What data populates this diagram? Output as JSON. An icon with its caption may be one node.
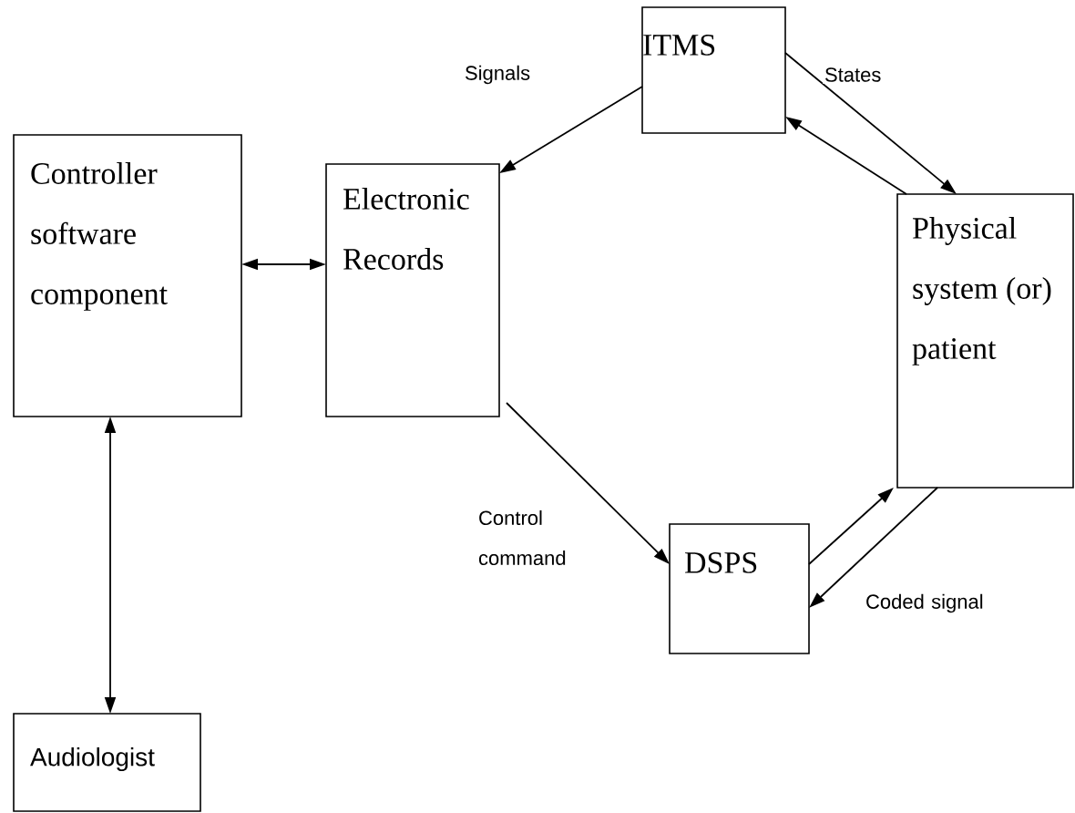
{
  "diagram": {
    "nodes": [
      {
        "text": [
          "Controller software component"
        ]
      },
      {
        "text": [
          "Electronic Records"
        ]
      },
      {
        "text": [
          "ITMS"
        ]
      },
      {
        "text": [
          "Physical system (or) patient"
        ]
      },
      {
        "text": [
          "DSPS"
        ]
      },
      {
        "text": [
          "Audiologist"
        ]
      }
    ],
    "edges": [
      {
        "from": 0,
        "to": 1,
        "arrow": "both"
      },
      {
        "from": 2,
        "to": 1,
        "arrow": "to",
        "label": "Signals"
      },
      {
        "from": 2,
        "to": 3,
        "arrow": "to",
        "label": "States"
      },
      {
        "from": 3,
        "to": 2,
        "arrow": "to"
      },
      {
        "from": 1,
        "to": 4,
        "arrow": "to",
        "label": "Control command"
      },
      {
        "from": 4,
        "to": 3,
        "arrow": "to"
      },
      {
        "from": 3,
        "to": 4,
        "arrow": "to",
        "label": "Coded signal"
      },
      {
        "from": 0,
        "to": 5,
        "arrow": "both"
      }
    ]
  }
}
